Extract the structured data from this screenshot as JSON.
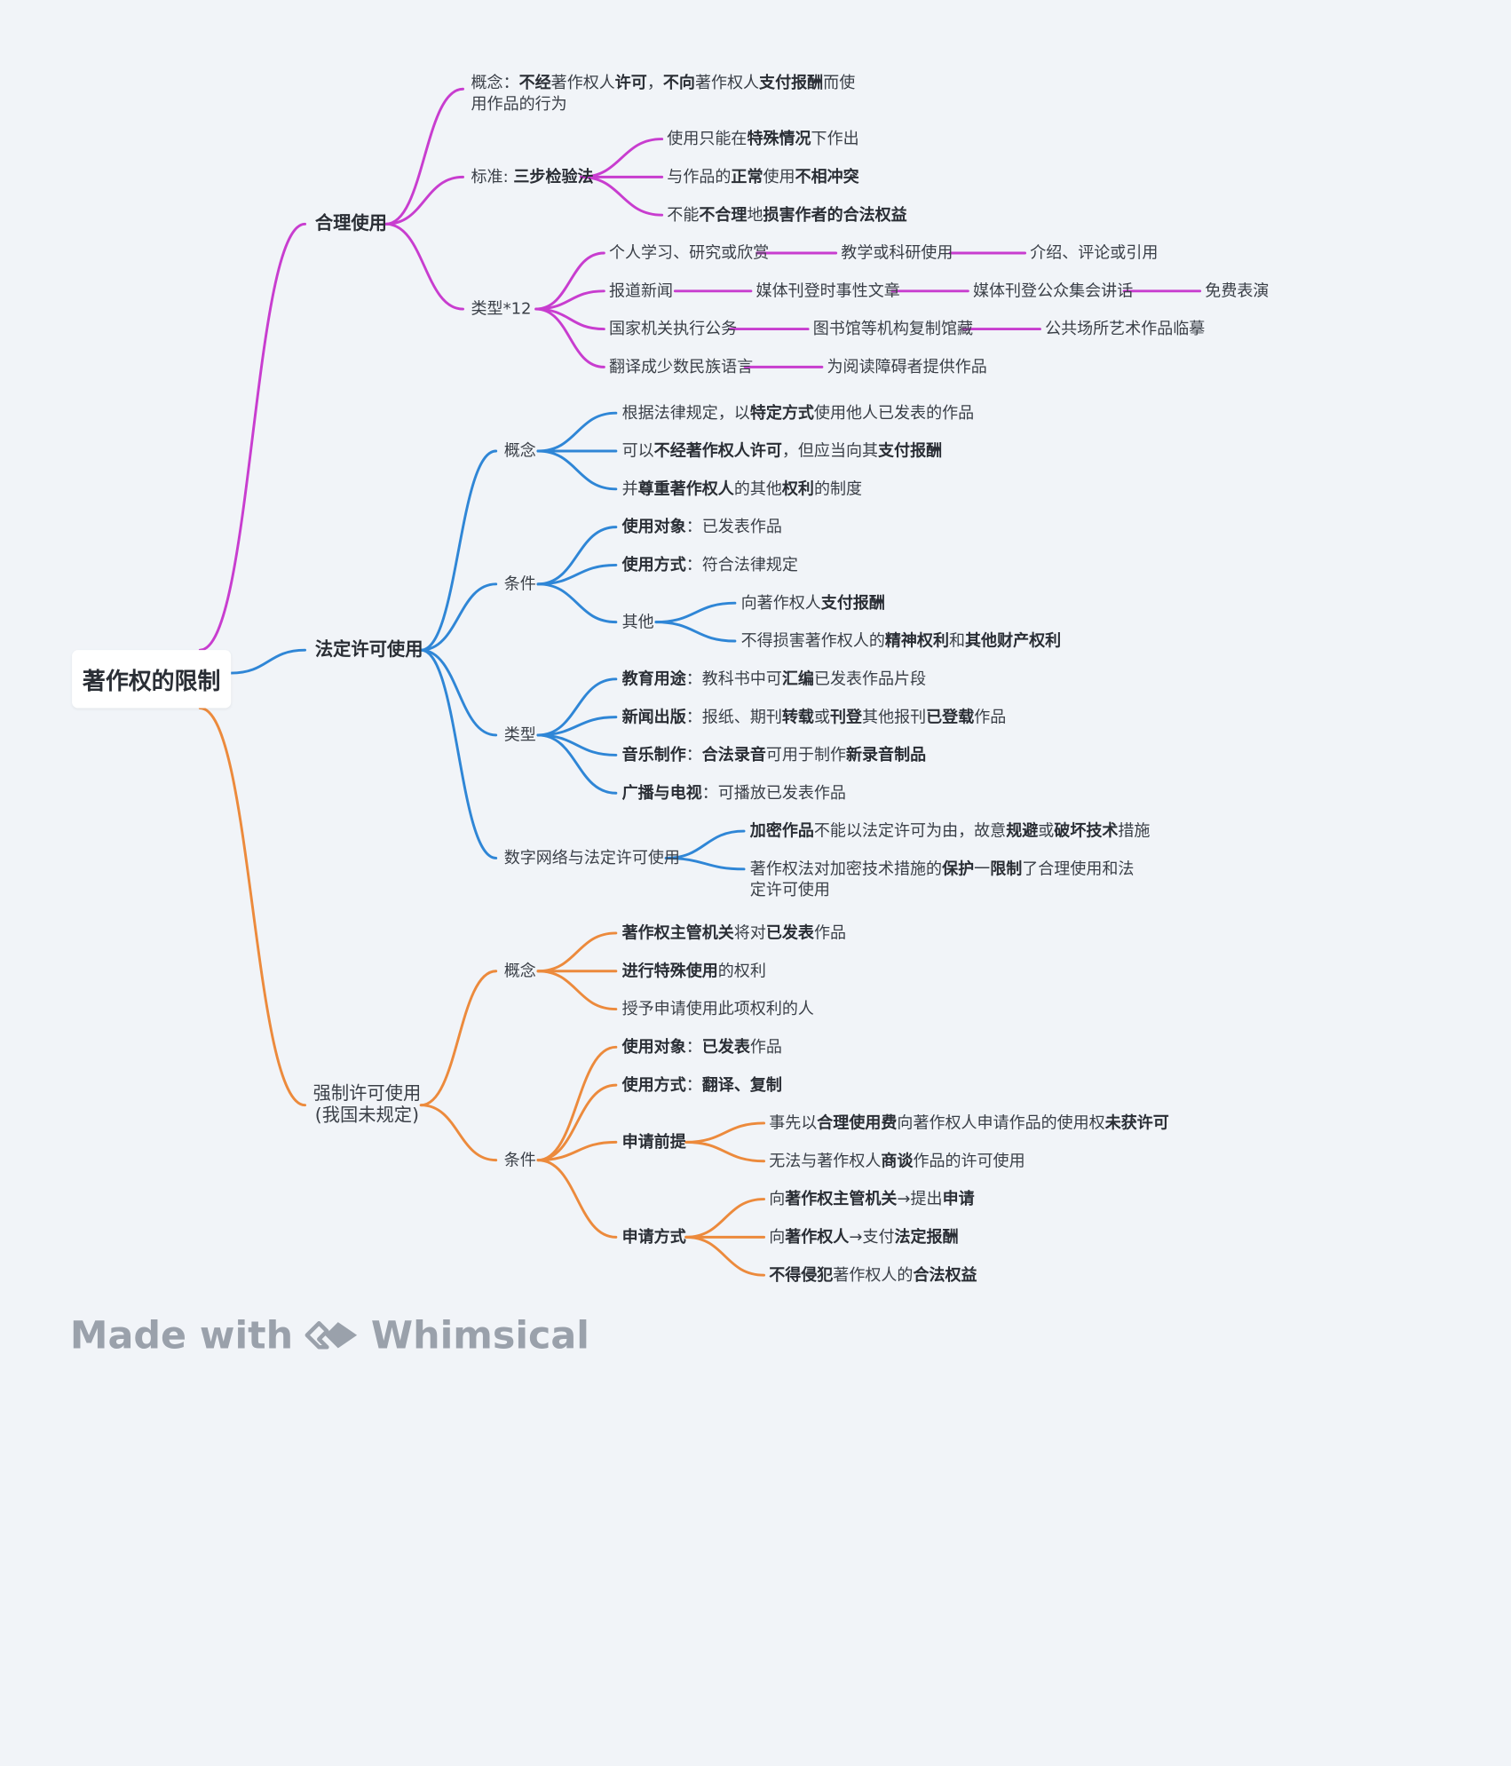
{
  "root": {
    "label": "著作权的限制"
  },
  "colors": {
    "magenta": "#c83dcf",
    "blue": "#2f86d6",
    "orange": "#ec8a3c"
  },
  "branches": {
    "fair_use": {
      "label": "合理使用",
      "concept": [
        [
          "概念：",
          ""
        ],
        [
          "不经",
          "b"
        ],
        [
          "著作权人",
          ""
        ],
        [
          "许可",
          "b"
        ],
        [
          "，",
          ""
        ],
        [
          "不向",
          "b"
        ],
        [
          "著作权人",
          ""
        ],
        [
          "支付报酬",
          "b"
        ],
        [
          "而使用作品的行为",
          ""
        ]
      ],
      "standard": [
        [
          "标准: ",
          ""
        ],
        [
          "三步检验法",
          "b"
        ]
      ],
      "standard_items": [
        [
          [
            "使用只能在",
            ""
          ],
          [
            "特殊情况",
            "b"
          ],
          [
            "下作出",
            ""
          ]
        ],
        [
          [
            "与作品的",
            ""
          ],
          [
            "正常",
            "b"
          ],
          [
            "使用",
            ""
          ],
          [
            "不相冲突",
            "b"
          ]
        ],
        [
          [
            "不能",
            ""
          ],
          [
            "不合理",
            "b"
          ],
          [
            "地",
            ""
          ],
          [
            "损害作者的合法权益",
            "b"
          ]
        ]
      ],
      "types_label": "类型*12",
      "types_rows": [
        [
          "个人学习、研究或欣赏",
          "教学或科研使用",
          "介绍、评论或引用"
        ],
        [
          "报道新闻",
          "媒体刊登时事性文章",
          "媒体刊登公众集会讲话",
          "免费表演"
        ],
        [
          "国家机关执行公务",
          "图书馆等机构复制馆藏",
          "公共场所艺术作品临摹"
        ],
        [
          "翻译成少数民族语言",
          "为阅读障碍者提供作品"
        ]
      ]
    },
    "statutory": {
      "label": "法定许可使用",
      "concept_label": "概念",
      "concept_items": [
        [
          [
            "根据法律规定，以",
            ""
          ],
          [
            "特定方式",
            "b"
          ],
          [
            "使用他人已发表的作品",
            ""
          ]
        ],
        [
          [
            "可以",
            ""
          ],
          [
            "不经著作权人许可",
            "b"
          ],
          [
            "，但应当向其",
            ""
          ],
          [
            "支付报酬",
            "b"
          ]
        ],
        [
          [
            "并",
            ""
          ],
          [
            "尊重著作权人",
            "b"
          ],
          [
            "的其他",
            ""
          ],
          [
            "权利",
            "b"
          ],
          [
            "的制度",
            ""
          ]
        ]
      ],
      "condition_label": "条件",
      "condition_items": [
        [
          [
            "使用对象",
            "b"
          ],
          [
            "：已发表作品",
            ""
          ]
        ],
        [
          [
            "使用方式",
            "b"
          ],
          [
            "：符合法律规定",
            ""
          ]
        ]
      ],
      "other_label": "其他",
      "other_items": [
        [
          [
            "向著作权人",
            ""
          ],
          [
            "支付报酬",
            "b"
          ]
        ],
        [
          [
            "不得损害著作权人的",
            ""
          ],
          [
            "精神权利",
            "b"
          ],
          [
            "和",
            ""
          ],
          [
            "其他财产权利",
            "b"
          ]
        ]
      ],
      "type_label": "类型",
      "type_items": [
        [
          [
            "教育用途",
            "b"
          ],
          [
            "：教科书中可",
            ""
          ],
          [
            "汇编",
            "b"
          ],
          [
            "已发表作品片段",
            ""
          ]
        ],
        [
          [
            "新闻出版",
            "b"
          ],
          [
            "：报纸、期刊",
            ""
          ],
          [
            "转载",
            "b"
          ],
          [
            "或",
            ""
          ],
          [
            "刊登",
            "b"
          ],
          [
            "其他报刊",
            ""
          ],
          [
            "已登载",
            "b"
          ],
          [
            "作品",
            ""
          ]
        ],
        [
          [
            "音乐制作",
            "b"
          ],
          [
            "：",
            ""
          ],
          [
            "合法录音",
            "b"
          ],
          [
            "可用于制作",
            ""
          ],
          [
            "新录音制品",
            "b"
          ]
        ],
        [
          [
            "广播与电视",
            "b"
          ],
          [
            "：可播放已发表作品",
            ""
          ]
        ]
      ],
      "digital_label": "数字网络与法定许可使用",
      "digital_items": [
        [
          [
            "加密作品",
            "b"
          ],
          [
            "不能以法定许可为由，故意",
            ""
          ],
          [
            "规避",
            "b"
          ],
          [
            "或",
            ""
          ],
          [
            "破坏技术",
            "b"
          ],
          [
            "措施",
            ""
          ]
        ],
        [
          [
            "著作权法对加密技术措施的",
            ""
          ],
          [
            "保护",
            "b"
          ],
          [
            "一",
            ""
          ],
          [
            "限制",
            "b"
          ],
          [
            "了合理使用和法定许可使用",
            ""
          ]
        ]
      ]
    },
    "compulsory": {
      "label_line1": "强制许可使用",
      "label_line2": "(我国未规定)",
      "concept_label": "概念",
      "concept_items": [
        [
          [
            "著作权主管机关",
            "b"
          ],
          [
            "将对",
            ""
          ],
          [
            "已发表",
            "b"
          ],
          [
            "作品",
            ""
          ]
        ],
        [
          [
            "进行特殊使用",
            "b"
          ],
          [
            "的权利",
            ""
          ]
        ],
        [
          [
            "授予申请使用此项权利的人",
            ""
          ]
        ]
      ],
      "condition_label": "条件",
      "condition_items": [
        [
          [
            "使用对象",
            "b"
          ],
          [
            "：",
            ""
          ],
          [
            "已发表",
            "b"
          ],
          [
            "作品",
            ""
          ]
        ],
        [
          [
            "使用方式",
            "b"
          ],
          [
            "：",
            ""
          ],
          [
            "翻译、复制",
            "b"
          ]
        ]
      ],
      "premise_label": "申请前提",
      "premise_items": [
        [
          [
            "事先以",
            ""
          ],
          [
            "合理使用费",
            "b"
          ],
          [
            "向著作权人申请作品的使用权",
            ""
          ],
          [
            "未获许可",
            "b"
          ]
        ],
        [
          [
            "无法与著作权人",
            ""
          ],
          [
            "商谈",
            "b"
          ],
          [
            "作品的许可使用",
            ""
          ]
        ]
      ],
      "method_label": "申请方式",
      "method_items": [
        [
          [
            "向",
            ""
          ],
          [
            "著作权主管机关",
            "b"
          ],
          [
            "→提出",
            ""
          ],
          [
            "申请",
            "b"
          ]
        ],
        [
          [
            "向",
            ""
          ],
          [
            "著作权人",
            "b"
          ],
          [
            "→支付",
            ""
          ],
          [
            "法定报酬",
            "b"
          ]
        ],
        [
          [
            "不得侵犯",
            "b"
          ],
          [
            "著作权人的",
            ""
          ],
          [
            "合法权益",
            "b"
          ]
        ]
      ]
    }
  },
  "footer": {
    "made_with": "Made with",
    "brand": "Whimsical"
  }
}
